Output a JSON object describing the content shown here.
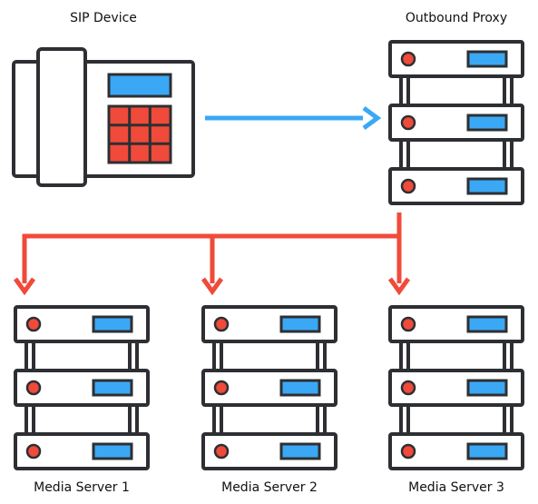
{
  "labels": {
    "sip_device": "SIP Device",
    "outbound_proxy": "Outbound Proxy",
    "media_server_1": "Media Server 1",
    "media_server_2": "Media Server 2",
    "media_server_3": "Media Server 3"
  },
  "colors": {
    "outline": "#2d2f33",
    "led": "#f04a3a",
    "drive": "#3aa8f5",
    "arrow_request": "#3aa8f5",
    "arrow_forward": "#f04a3a",
    "keypad": "#f04a3a",
    "screen": "#3aa8f5"
  },
  "icons": {
    "device": "desk-phone-icon",
    "proxy": "server-rack-icon",
    "media": "server-rack-icon"
  }
}
